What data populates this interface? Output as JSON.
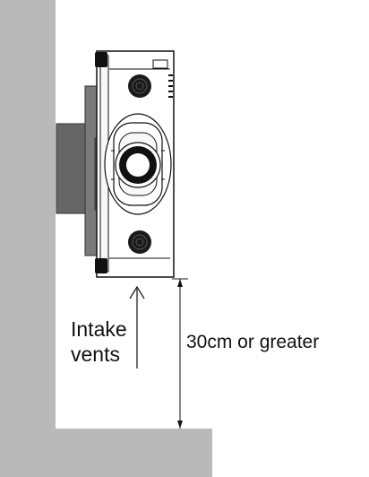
{
  "labels": {
    "intake_line1": "Intake",
    "intake_line2": "vents",
    "clearance": "30cm or greater"
  },
  "colors": {
    "wall": "#b9b9b9",
    "outline": "#111111",
    "projector_body": "#ffffff",
    "mount_plate": "#666666",
    "mount_bracket": "#7a7a7a",
    "lens_dark": "#111111",
    "vent_dark": "#1a1a1a"
  },
  "icons": {
    "intake_arrow": "arrow-up-icon",
    "dimension_arrow": "dimension-arrow-icon"
  }
}
